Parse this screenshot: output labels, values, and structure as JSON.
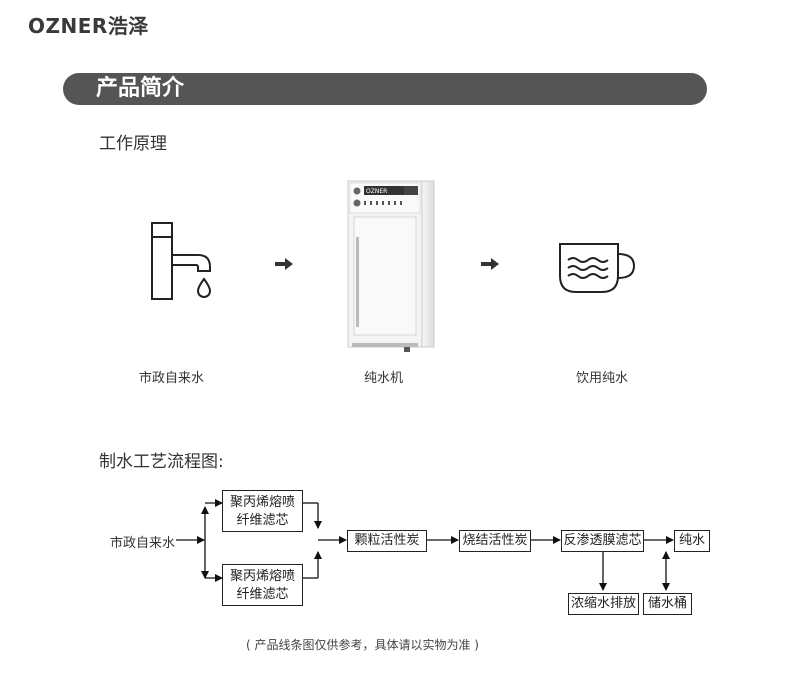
{
  "brand": {
    "latin": "OZNER",
    "chinese": "浩泽"
  },
  "section_title": "产品简介",
  "principle": {
    "heading": "工作原理",
    "steps": [
      {
        "icon": "faucet-icon",
        "label": "市政自来水"
      },
      {
        "icon": "water-purifier-machine",
        "label": "纯水机"
      },
      {
        "icon": "cup-icon",
        "label": "饮用纯水"
      }
    ],
    "machine_panel_text": "OZNER"
  },
  "process": {
    "heading": "制水工艺流程图:",
    "source": "市政自来水",
    "filter_a_line1": "聚丙烯熔喷",
    "filter_a_line2": "纤维滤芯",
    "filter_b_line1": "聚丙烯熔喷",
    "filter_b_line2": "纤维滤芯",
    "granular_carbon": "颗粒活性炭",
    "sintered_carbon": "烧结活性炭",
    "ro_membrane": "反渗透膜滤芯",
    "pure_water": "纯水",
    "concentrate_drain": "浓缩水排放",
    "storage_tank": "储水桶"
  },
  "footnote": "( 产品线条图仅供参考，具体请以实物为准 )"
}
